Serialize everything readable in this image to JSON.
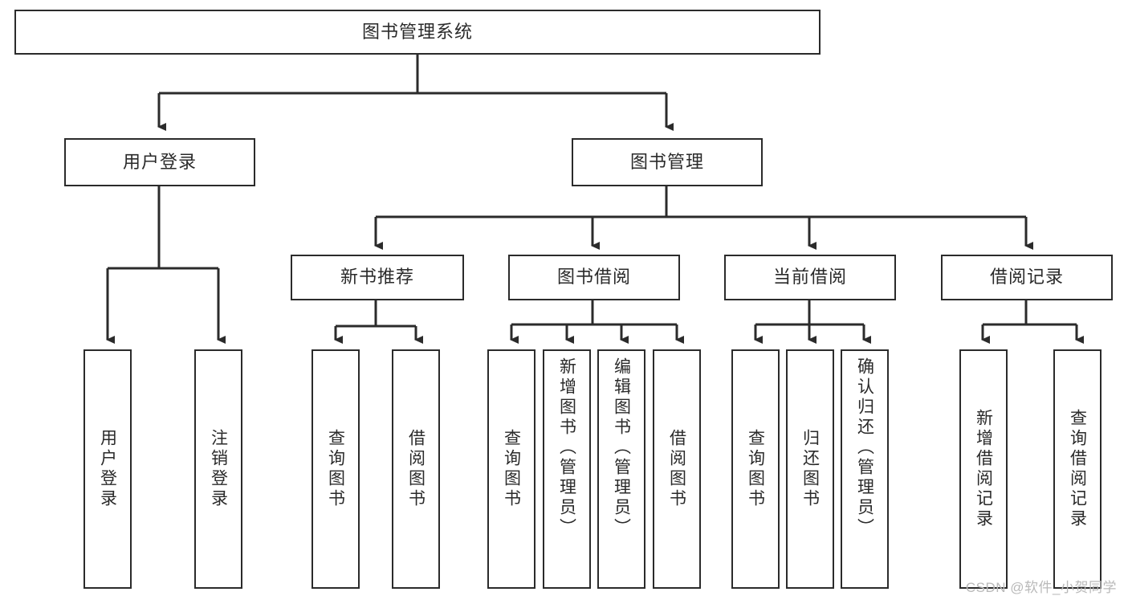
{
  "diagram": {
    "type": "tree",
    "title": "图书管理系统",
    "watermark": "CSDN @软件_小贺同学",
    "root": {
      "label": "图书管理系统"
    },
    "level2": [
      {
        "label": "用户登录"
      },
      {
        "label": "图书管理"
      }
    ],
    "level3": [
      {
        "label": "新书推荐"
      },
      {
        "label": "图书借阅"
      },
      {
        "label": "当前借阅"
      },
      {
        "label": "借阅记录"
      }
    ],
    "leaves": {
      "user_login": [
        {
          "label": "用户登录"
        },
        {
          "label": "注销登录"
        }
      ],
      "new_book": [
        {
          "label": "查询图书"
        },
        {
          "label": "借阅图书"
        }
      ],
      "book_borrow": [
        {
          "label": "查询图书"
        },
        {
          "label": "新增图书（管理员）"
        },
        {
          "label": "编辑图书（管理员）"
        },
        {
          "label": "借阅图书"
        }
      ],
      "current_borrow": [
        {
          "label": "查询图书"
        },
        {
          "label": "归还图书"
        },
        {
          "label": "确认归还（管理员）"
        }
      ],
      "borrow_record": [
        {
          "label": "新增借阅记录"
        },
        {
          "label": "查询借阅记录"
        }
      ]
    },
    "colors": {
      "box_border": "#2b2b2b",
      "box_fill": "#ffffff",
      "connector": "#2b2b2b",
      "text": "#2a2a2a",
      "watermark": "#b9b9b9"
    }
  }
}
